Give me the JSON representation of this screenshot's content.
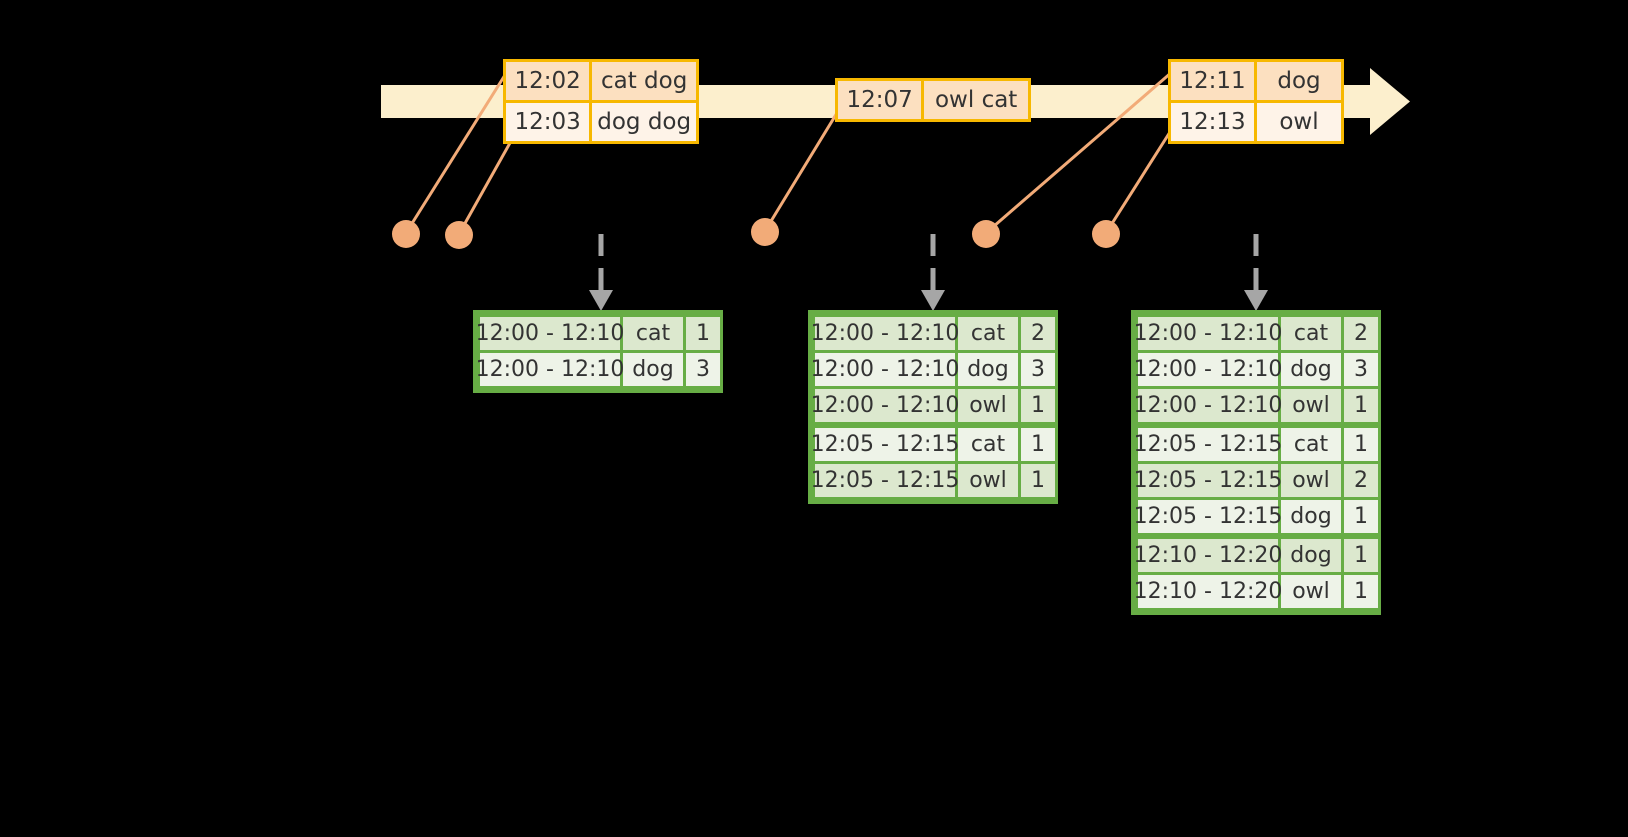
{
  "diagram": {
    "title": "Windowed word-count streaming diagram",
    "colors": {
      "background": "#000000",
      "timeline_band": "#FCEFCD",
      "timeline_border": "#F7B800",
      "event_box_border": "#F7B800",
      "event_cell_shade": "#FCE0C0",
      "event_cell_light": "#FEF3E8",
      "connector": "#F2AB78",
      "dot": "#F2AB78",
      "arrow_dashed": "#A6A6A6",
      "table_border": "#67AD45",
      "table_cell_shade": "#DCE8CE",
      "table_cell_light": "#EEF3E8",
      "text": "#333333"
    }
  },
  "timeline": {
    "name": "event-time-timeline",
    "direction": "left-to-right"
  },
  "events": [
    {
      "id": "event-group-1",
      "rows": [
        {
          "time": "12:02",
          "words": "cat dog"
        },
        {
          "time": "12:03",
          "words": "dog dog"
        }
      ]
    },
    {
      "id": "event-group-2",
      "rows": [
        {
          "time": "12:07",
          "words": "owl cat"
        }
      ]
    },
    {
      "id": "event-group-3",
      "rows": [
        {
          "time": "12:11",
          "words": "dog"
        },
        {
          "time": "12:13",
          "words": "owl"
        }
      ]
    }
  ],
  "results": [
    {
      "id": "result-table-1",
      "rows": [
        {
          "window": "12:00 - 12:10",
          "word": "cat",
          "count": "1"
        },
        {
          "window": "12:00 - 12:10",
          "word": "dog",
          "count": "3"
        }
      ]
    },
    {
      "id": "result-table-2",
      "rows": [
        {
          "window": "12:00 - 12:10",
          "word": "cat",
          "count": "2"
        },
        {
          "window": "12:00 - 12:10",
          "word": "dog",
          "count": "3"
        },
        {
          "window": "12:00 - 12:10",
          "word": "owl",
          "count": "1"
        },
        {
          "window": "12:05 - 12:15",
          "word": "cat",
          "count": "1"
        },
        {
          "window": "12:05 - 12:15",
          "word": "owl",
          "count": "1"
        }
      ]
    },
    {
      "id": "result-table-3",
      "rows": [
        {
          "window": "12:00 - 12:10",
          "word": "cat",
          "count": "2"
        },
        {
          "window": "12:00 - 12:10",
          "word": "dog",
          "count": "3"
        },
        {
          "window": "12:00 - 12:10",
          "word": "owl",
          "count": "1"
        },
        {
          "window": "12:05 - 12:15",
          "word": "cat",
          "count": "1"
        },
        {
          "window": "12:05 - 12:15",
          "word": "owl",
          "count": "2"
        },
        {
          "window": "12:05 - 12:15",
          "word": "dog",
          "count": "1"
        },
        {
          "window": "12:10 - 12:20",
          "word": "dog",
          "count": "1"
        },
        {
          "window": "12:10 - 12:20",
          "word": "owl",
          "count": "1"
        }
      ]
    }
  ]
}
